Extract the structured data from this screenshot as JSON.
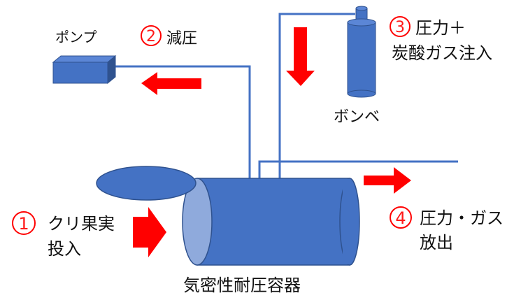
{
  "labels": {
    "pump": "ポンプ",
    "step2_num": "2",
    "step2_text": "減圧",
    "step3_num": "3",
    "step3_line1": "圧力＋",
    "step3_line2": "炭酸ガス注入",
    "cylinder": "ボンベ",
    "step1_num": "1",
    "step1_line1": "クリ果実",
    "step1_line2": "投入",
    "step4_num": "4",
    "step4_line1": "圧力・ガス",
    "step4_line2": "放出",
    "vessel": "気密性耐圧容器"
  },
  "colors": {
    "blue_fill": "#4472c4",
    "blue_dark": "#2f528f",
    "blue_light": "#8faadc",
    "arrow_red": "#ff0000",
    "circle_red": "#ff0000"
  }
}
